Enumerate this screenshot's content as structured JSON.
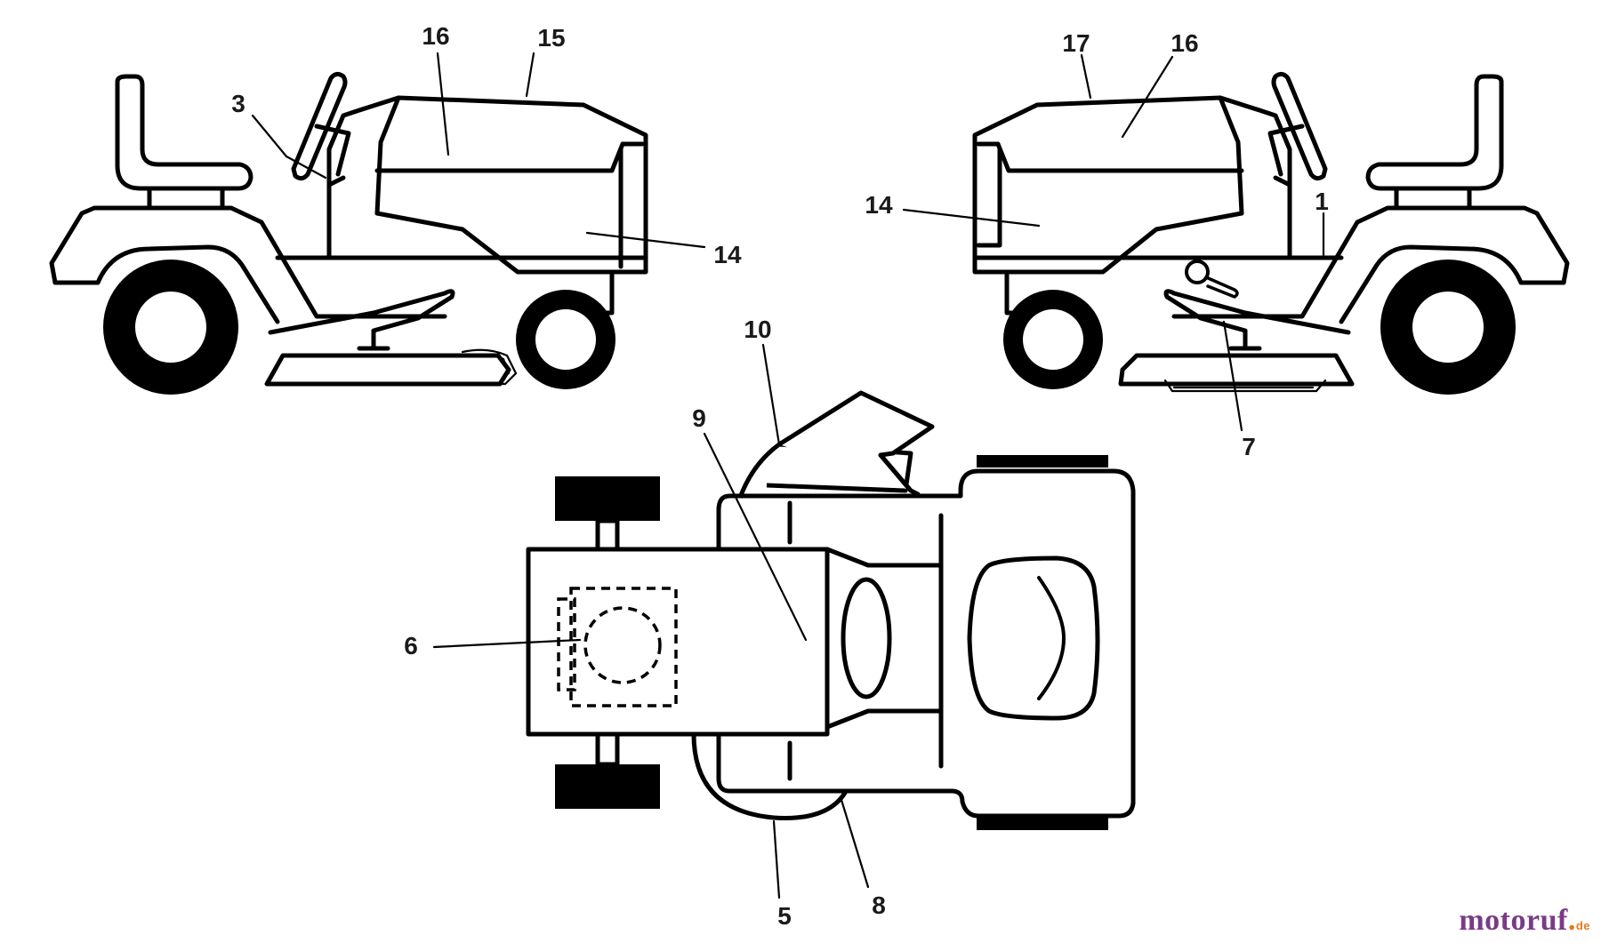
{
  "callouts": {
    "left_view": [
      "3",
      "16",
      "15",
      "14"
    ],
    "right_view": [
      "17",
      "16",
      "14",
      "1",
      "7"
    ],
    "top_view": [
      "10",
      "9",
      "6",
      "5",
      "8"
    ]
  },
  "watermark": {
    "brand": "motoruf",
    "tld": "de"
  }
}
